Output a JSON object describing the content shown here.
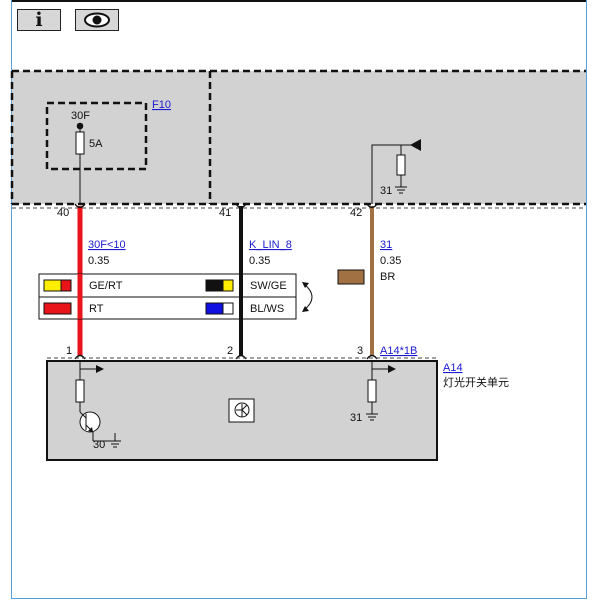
{
  "toolbar": {
    "info_label": "i"
  },
  "fuse": {
    "terminal": "30F",
    "rating": "5A",
    "link": "F10"
  },
  "pins_top": [
    "40",
    "41",
    "42"
  ],
  "pins_bottom": [
    "1",
    "2",
    "3"
  ],
  "wires": [
    {
      "signal": "30F<10",
      "gauge": "0.35",
      "color_code": "",
      "color": "#e8141a"
    },
    {
      "signal": "K_LIN_8",
      "gauge": "0.35",
      "color_code": "",
      "color": "#111111"
    },
    {
      "signal": "31",
      "gauge": "0.35",
      "color_code": "BR",
      "color": "#a27143"
    }
  ],
  "legend": [
    {
      "code": "GE/RT",
      "c1": "#ffee00",
      "c2": "#e8141a"
    },
    {
      "code": "RT",
      "c1": "#e8141a",
      "c2": "#e8141a"
    },
    {
      "code": "SW/GE",
      "c1": "#111111",
      "c2": "#ffee00"
    },
    {
      "code": "BL/WS",
      "c1": "#1010e0",
      "c2": "#ffffff"
    }
  ],
  "ground_labels": {
    "top_right": "31",
    "module_right": "31",
    "module_left": "30"
  },
  "connector": {
    "link": "A14*1B"
  },
  "module": {
    "link": "A14",
    "name": "灯光开关单元"
  },
  "colors": {
    "area": "#d2d2d2",
    "link": "#1a1ad0",
    "frame": "#5aa0d8"
  }
}
